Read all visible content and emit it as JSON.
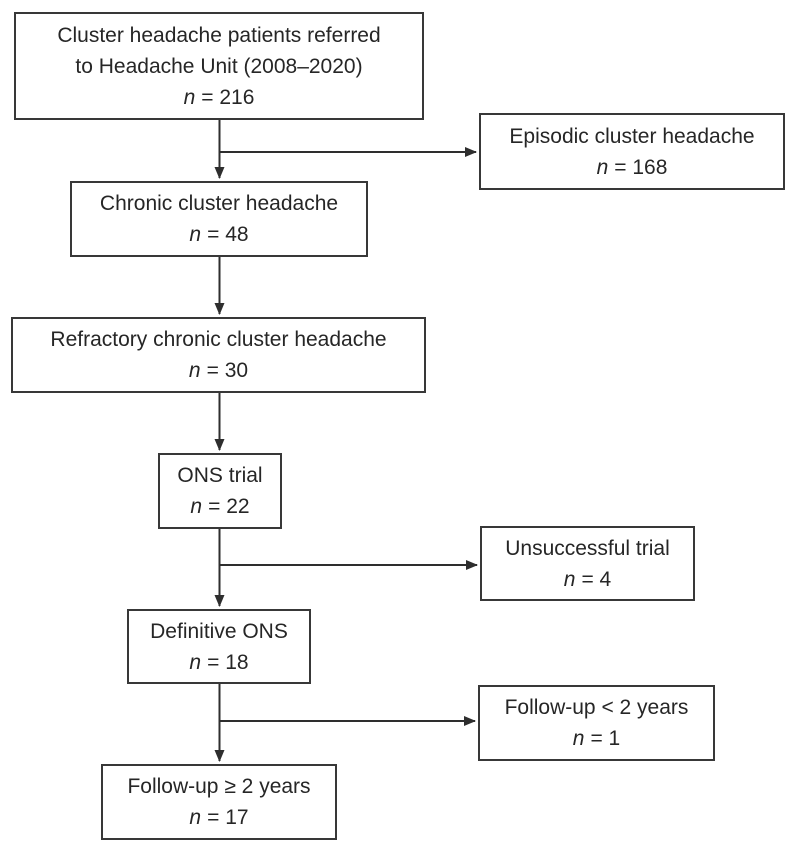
{
  "figure": {
    "type": "flowchart",
    "background_color": "#ffffff",
    "line_color": "#2e2e2e",
    "text_color": "#262626"
  },
  "boxes": {
    "referred": {
      "lines": [
        "Cluster headache patients referred",
        "to Headache Unit (2008–2020)"
      ],
      "n_var": "n",
      "n_eq": "= 216"
    },
    "episodic": {
      "lines": [
        "Episodic cluster headache"
      ],
      "n_var": "n",
      "n_eq": "= 168"
    },
    "chronic": {
      "lines": [
        "Chronic cluster headache"
      ],
      "n_var": "n",
      "n_eq": "= 48"
    },
    "refractory": {
      "lines": [
        "Refractory chronic cluster headache"
      ],
      "n_var": "n",
      "n_eq": "= 30"
    },
    "ons_trial": {
      "lines": [
        "ONS trial"
      ],
      "n_var": "n",
      "n_eq": "= 22"
    },
    "unsuccessful": {
      "lines": [
        "Unsuccessful trial"
      ],
      "n_var": "n",
      "n_eq": "= 4"
    },
    "definitive": {
      "lines": [
        "Definitive ONS"
      ],
      "n_var": "n",
      "n_eq": "= 18"
    },
    "fu_short": {
      "lines": [
        "Follow-up < 2 years"
      ],
      "n_var": "n",
      "n_eq": "= 1"
    },
    "fu_long": {
      "lines": [
        "Follow-up ≥ 2 years"
      ],
      "n_var": "n",
      "n_eq": "= 17"
    }
  }
}
